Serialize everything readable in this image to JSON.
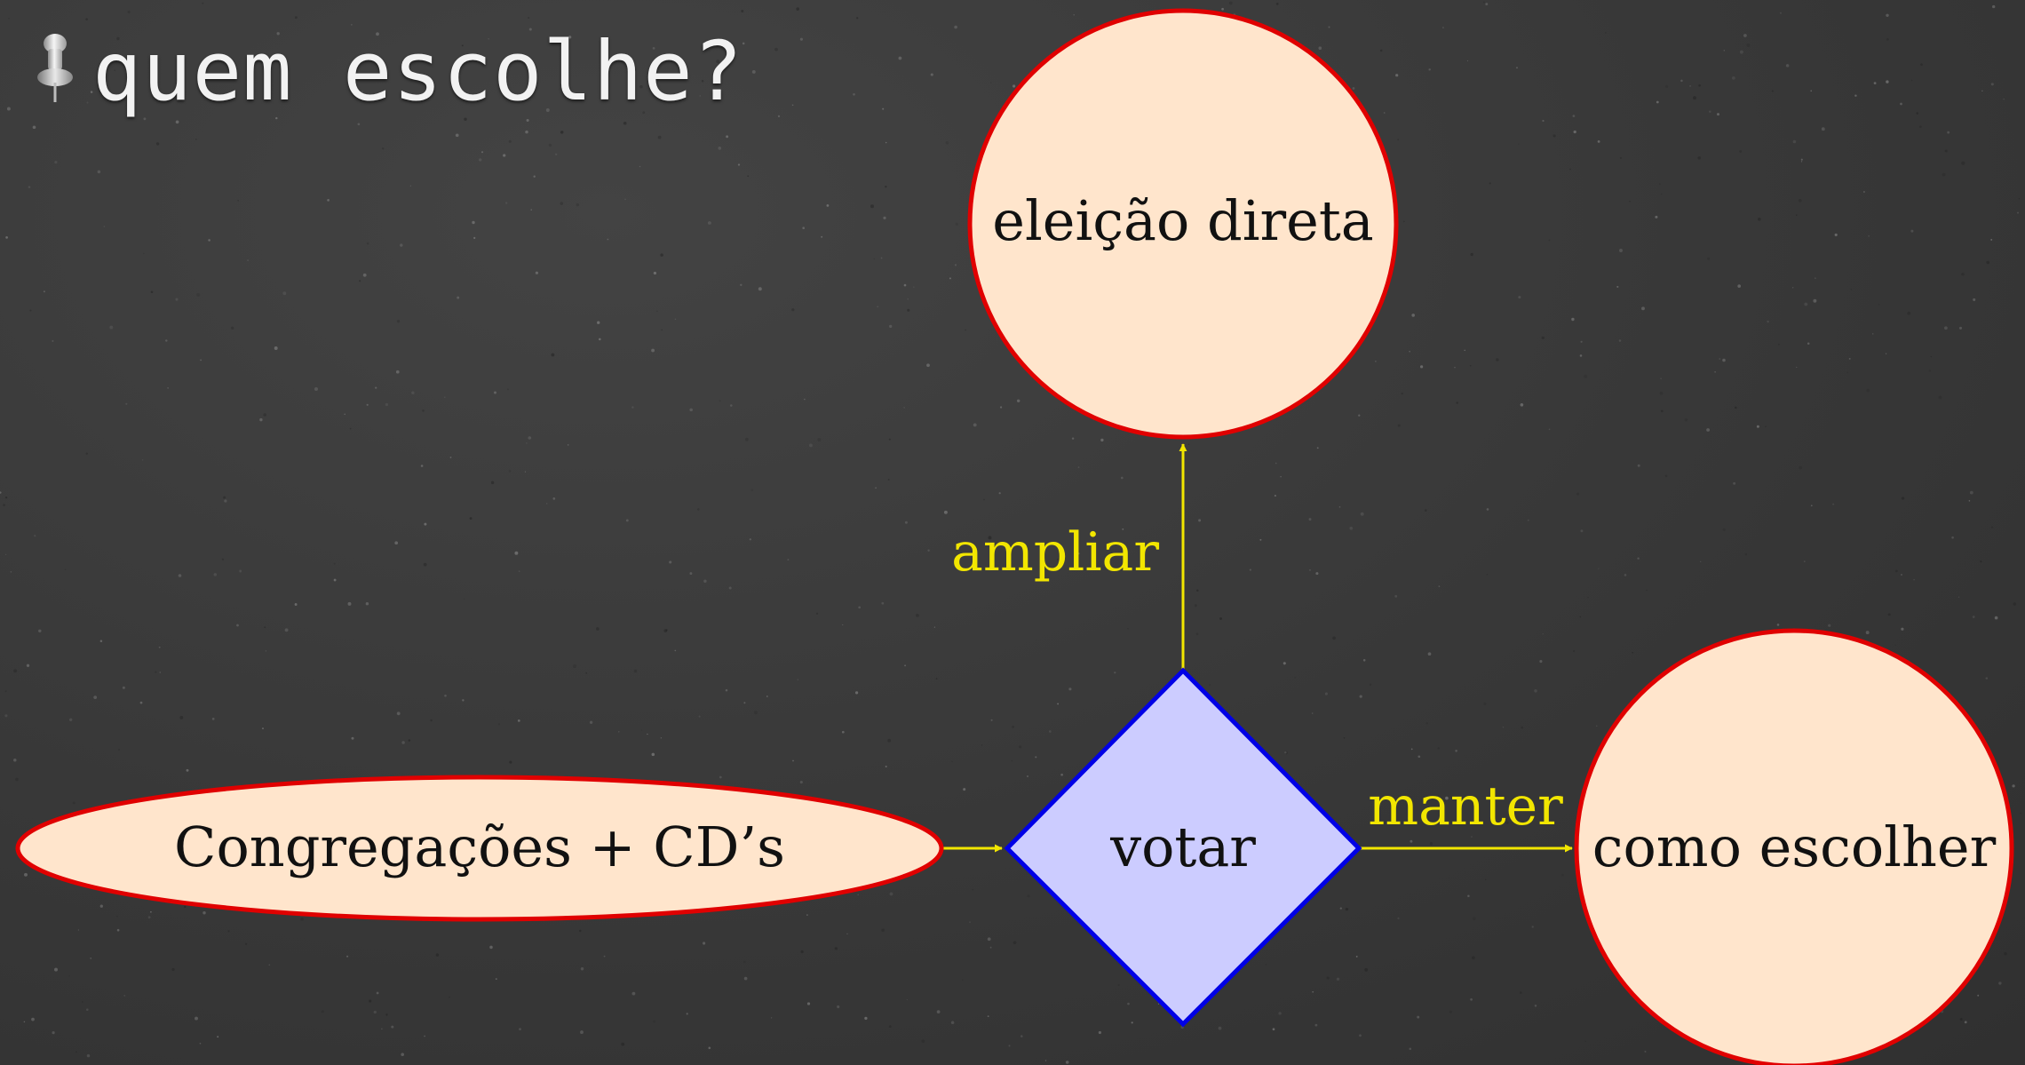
{
  "slide": {
    "title": "quem escolhe?",
    "bullet_icon": "pushpin-icon"
  },
  "diagram": {
    "nodes": {
      "source": {
        "label": "Congregações + CD’s",
        "shape": "ellipse"
      },
      "decision": {
        "label": "votar",
        "shape": "diamond"
      },
      "top": {
        "label": "eleição direta",
        "shape": "circle"
      },
      "right": {
        "label": "como escolher",
        "shape": "circle"
      }
    },
    "edges": {
      "source_to_decision": {
        "from": "source",
        "to": "decision",
        "label": ""
      },
      "decision_to_top": {
        "from": "decision",
        "to": "top",
        "label": "ampliar"
      },
      "decision_to_right": {
        "from": "decision",
        "to": "right",
        "label": "manter"
      }
    }
  },
  "colors": {
    "background": "#3a3a3a",
    "title_text": "#f2f2f2",
    "node_fill": "#ffe5cc",
    "node_stroke": "#e00000",
    "decision_fill": "#ccccff",
    "decision_stroke": "#0000e6",
    "edge": "#f2e600"
  }
}
